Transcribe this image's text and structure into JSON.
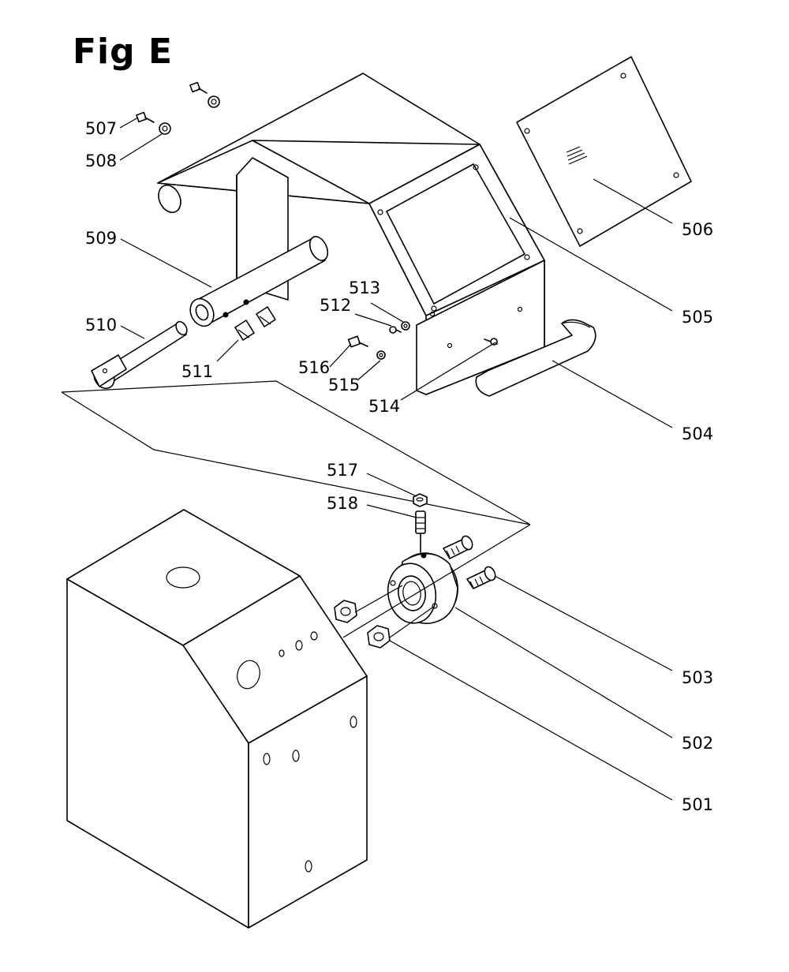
{
  "figure": {
    "title": "Fig E"
  },
  "callouts": [
    {
      "id": "c501",
      "label": "501"
    },
    {
      "id": "c502",
      "label": "502"
    },
    {
      "id": "c503",
      "label": "503"
    },
    {
      "id": "c504",
      "label": "504"
    },
    {
      "id": "c505",
      "label": "505"
    },
    {
      "id": "c506",
      "label": "506"
    },
    {
      "id": "c507",
      "label": "507"
    },
    {
      "id": "c508",
      "label": "508"
    },
    {
      "id": "c509",
      "label": "509"
    },
    {
      "id": "c510",
      "label": "510"
    },
    {
      "id": "c511",
      "label": "511"
    },
    {
      "id": "c512",
      "label": "512"
    },
    {
      "id": "c513",
      "label": "513"
    },
    {
      "id": "c514",
      "label": "514"
    },
    {
      "id": "c515",
      "label": "515"
    },
    {
      "id": "c516",
      "label": "516"
    },
    {
      "id": "c517",
      "label": "517"
    },
    {
      "id": "c518",
      "label": "518"
    }
  ]
}
